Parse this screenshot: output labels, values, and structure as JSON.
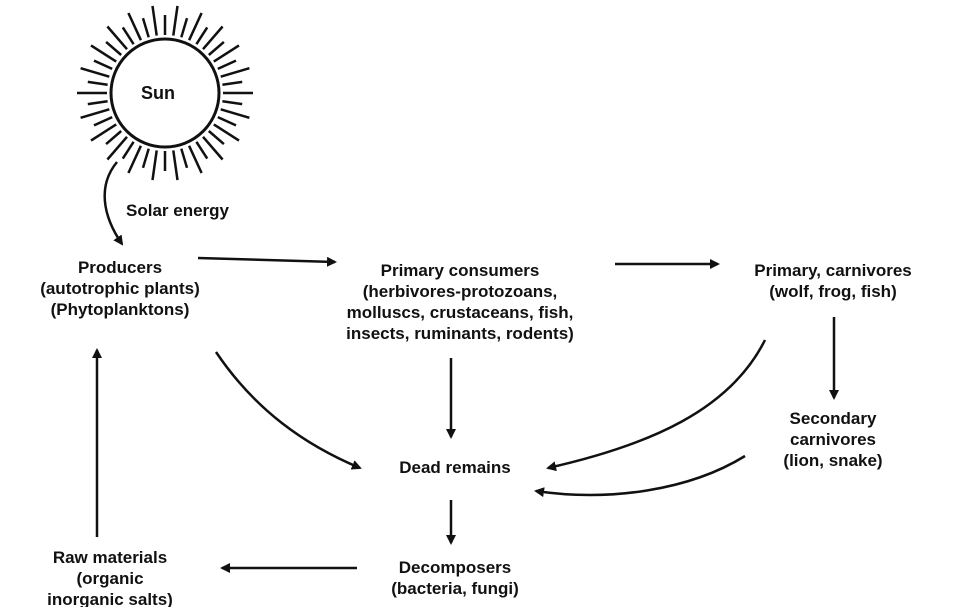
{
  "colors": {
    "ink": "#111111",
    "background": "#ffffff"
  },
  "sun": {
    "label": "Sun",
    "icon": "sun-icon"
  },
  "edge_labels": {
    "solar_energy": "Solar energy"
  },
  "nodes": {
    "producers": [
      "Producers",
      "(autotrophic plants)",
      "(Phytoplanktons)"
    ],
    "primary_consumers": [
      "Primary consumers",
      "(herbivores-protozoans,",
      "molluscs, crustaceans, fish,",
      "insects, ruminants, rodents)"
    ],
    "primary_carnivores": [
      "Primary, carnivores",
      "(wolf, frog, fish)"
    ],
    "secondary_carnivores": [
      "Secondary",
      "carnivores",
      "(lion, snake)"
    ],
    "dead_remains": [
      "Dead remains"
    ],
    "decomposers": [
      "Decomposers",
      "(bacteria, fungi)"
    ],
    "raw_materials": [
      "Raw materials",
      "(organic",
      "inorganic salts)"
    ]
  },
  "edges": [
    {
      "from": "sun",
      "to": "producers",
      "label": "Solar energy"
    },
    {
      "from": "producers",
      "to": "primary_consumers"
    },
    {
      "from": "primary_consumers",
      "to": "primary_carnivores"
    },
    {
      "from": "primary_carnivores",
      "to": "secondary_carnivores"
    },
    {
      "from": "producers",
      "to": "dead_remains"
    },
    {
      "from": "primary_consumers",
      "to": "dead_remains"
    },
    {
      "from": "primary_carnivores",
      "to": "dead_remains"
    },
    {
      "from": "secondary_carnivores",
      "to": "dead_remains"
    },
    {
      "from": "dead_remains",
      "to": "decomposers"
    },
    {
      "from": "decomposers",
      "to": "raw_materials"
    },
    {
      "from": "raw_materials",
      "to": "producers"
    }
  ]
}
